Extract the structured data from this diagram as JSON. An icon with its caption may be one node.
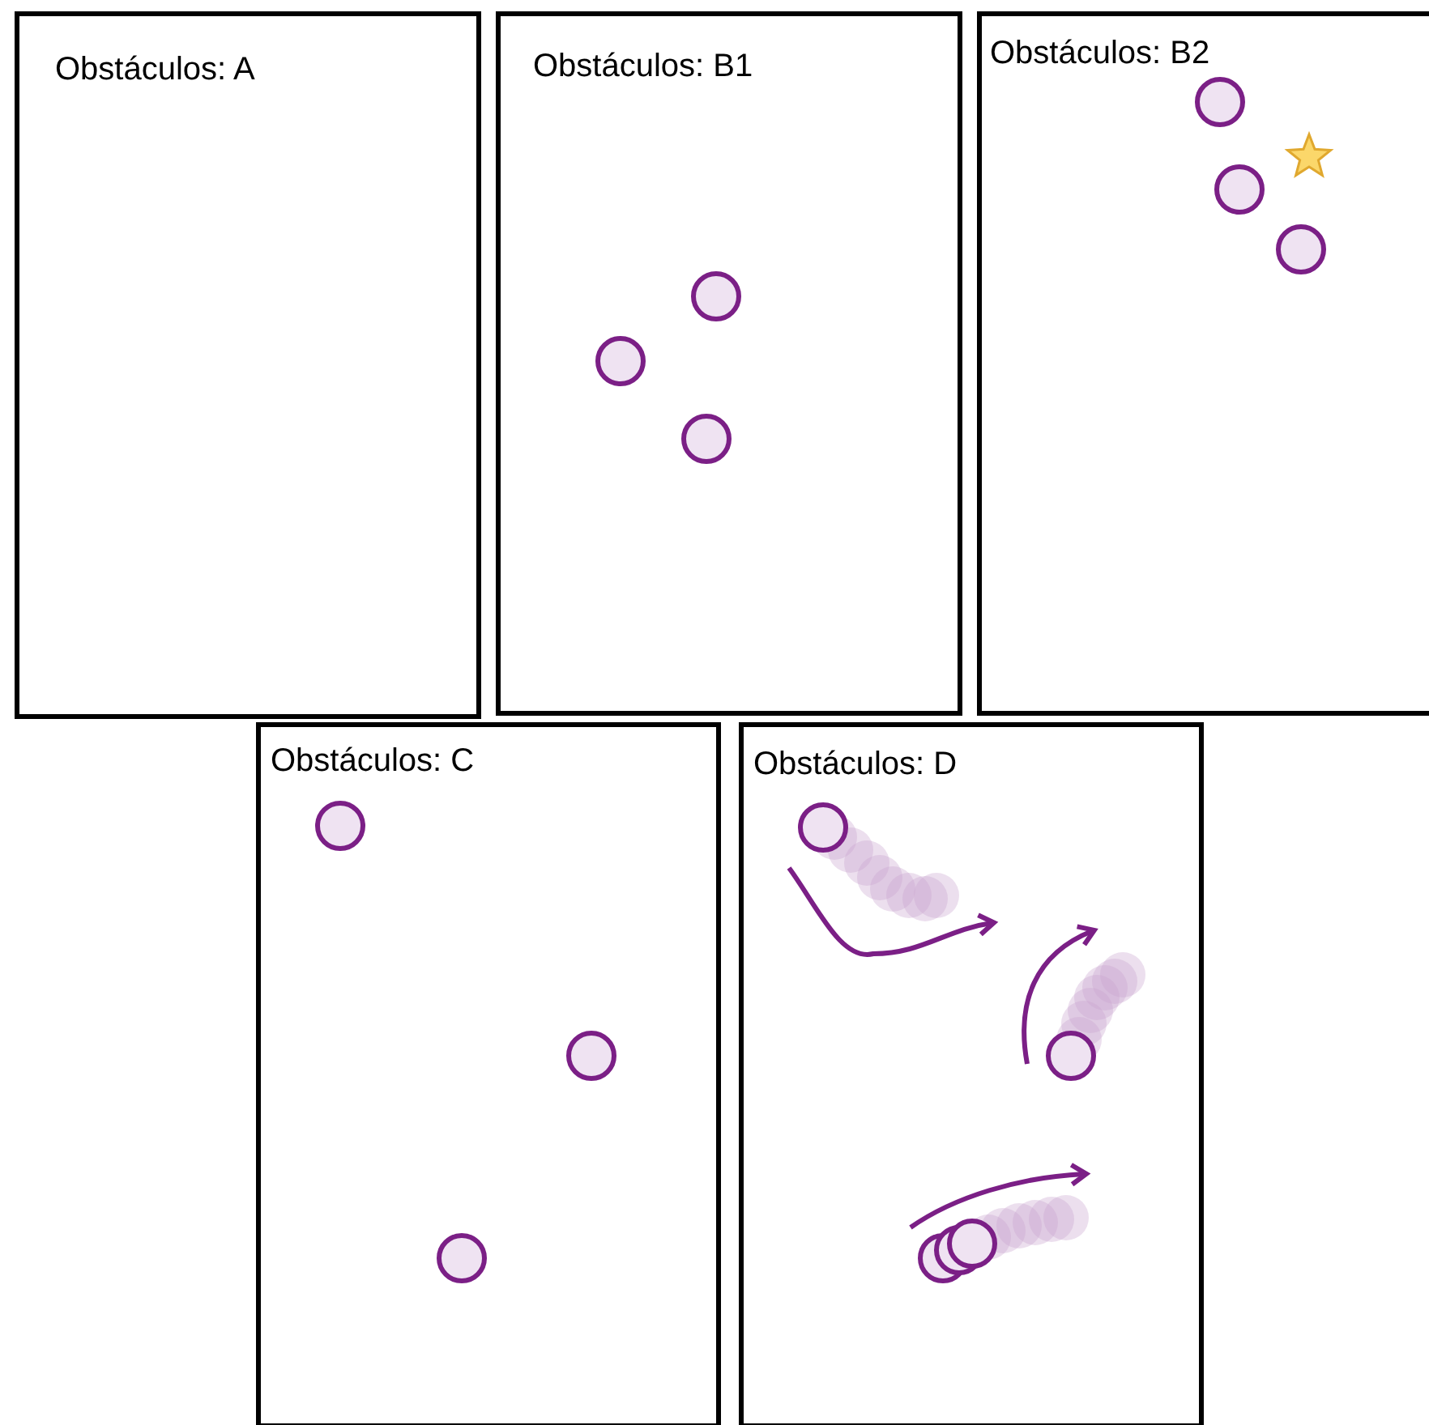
{
  "diagram": {
    "nodes": [
      {
        "text": [
          "Obstáculos: A"
        ]
      },
      {
        "text": [
          "Obstáculos: B1"
        ]
      },
      {
        "text": [
          "Obstáculos: B2"
        ]
      },
      {
        "text": [
          "Obstáculos: C"
        ]
      },
      {
        "text": [
          "Obstáculos: D"
        ]
      }
    ]
  }
}
